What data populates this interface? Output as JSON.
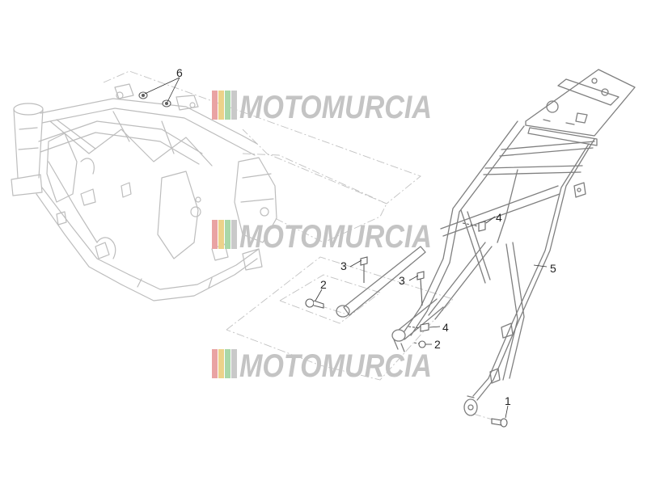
{
  "diagram": {
    "callouts": [
      {
        "id": "1",
        "label": "1"
      },
      {
        "id": "2a",
        "label": "2"
      },
      {
        "id": "2b",
        "label": "2"
      },
      {
        "id": "3a",
        "label": "3"
      },
      {
        "id": "3b",
        "label": "3"
      },
      {
        "id": "4a",
        "label": "4"
      },
      {
        "id": "4b",
        "label": "4"
      },
      {
        "id": "5",
        "label": "5"
      },
      {
        "id": "6",
        "label": "6"
      }
    ]
  },
  "watermark": {
    "text": "MOTOMURCIA",
    "stripe_colors": [
      "#e9a3a3",
      "#ecd28a",
      "#a9d7a9",
      "#c9c9c9"
    ],
    "text_color": "#bcbcbc"
  },
  "colors": {
    "line": "#bdbdbd",
    "dark_line": "#8a8a8a",
    "label": "#222222",
    "background": "#ffffff"
  }
}
